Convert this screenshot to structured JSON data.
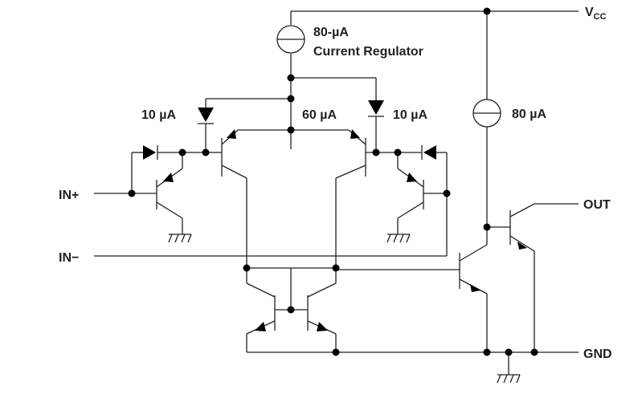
{
  "labels": {
    "vcc_main": "V",
    "vcc_sub": "CC",
    "regulator_value": "80-µA",
    "regulator_name": "Current Regulator",
    "left_diode_current": "10 µA",
    "tail_current": "60 µA",
    "right_diode_current": "10 µA",
    "output_source_current": "80 µA",
    "in_plus": "IN+",
    "in_minus": "IN−",
    "out": "OUT",
    "gnd": "GND"
  },
  "colors": {
    "line": "#231f20",
    "dot": "#000000",
    "background": "#ffffff"
  }
}
